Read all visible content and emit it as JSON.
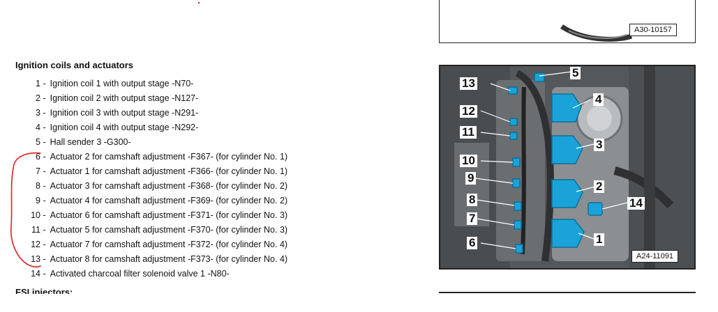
{
  "section": {
    "title": "Ignition coils and actuators",
    "items": [
      {
        "num": "1",
        "text": "Ignition coil 1 with output stage -N70-"
      },
      {
        "num": "2",
        "text": "Ignition coil 2 with output stage -N127-"
      },
      {
        "num": "3",
        "text": "Ignition coil 3 with output stage -N291-"
      },
      {
        "num": "4",
        "text": "Ignition coil 4 with output stage -N292-"
      },
      {
        "num": "5",
        "text": "Hall sender 3 -G300-"
      },
      {
        "num": "6",
        "text": "Actuator 2 for camshaft adjustment -F367- (for cylinder No. 1)"
      },
      {
        "num": "7",
        "text": "Actuator 1 for camshaft adjustment -F366- (for cylinder No. 1)"
      },
      {
        "num": "8",
        "text": "Actuator 3 for camshaft adjustment -F368- (for cylinder No. 2)"
      },
      {
        "num": "9",
        "text": "Actuator 4 for camshaft adjustment -F369- (for cylinder No. 2)"
      },
      {
        "num": "10",
        "text": "Actuator 6 for camshaft adjustment -F371- (for cylinder No. 3)"
      },
      {
        "num": "11",
        "text": "Actuator 5 for camshaft adjustment -F370- (for cylinder No. 3)"
      },
      {
        "num": "12",
        "text": "Actuator 7 for camshaft adjustment -F372- (for cylinder No. 4)"
      },
      {
        "num": "13",
        "text": "Actuator 8 for camshaft adjustment -F373- (for cylinder No. 4)"
      },
      {
        "num": "14",
        "text": "Activated charcoal filter solenoid valve 1 -N80-"
      }
    ]
  },
  "next_section_title": "FSI injectors:",
  "figures": {
    "top_ref": "A30-10157",
    "main_ref": "A24-11091",
    "callouts": [
      "1",
      "2",
      "3",
      "4",
      "5",
      "6",
      "7",
      "8",
      "9",
      "10",
      "11",
      "12",
      "13",
      "14"
    ]
  },
  "colors": {
    "coil": "#1aa3d9",
    "annotation": "#e02020"
  }
}
